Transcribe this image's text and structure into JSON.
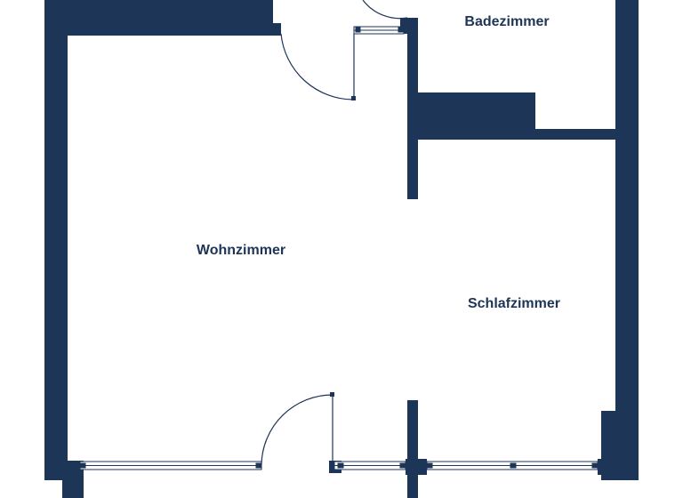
{
  "colors": {
    "wall": "#1d3557",
    "background": "#ffffff",
    "label": "#1d3557"
  },
  "rooms": {
    "living": "Wohnzimmer",
    "bath": "Badezimmer",
    "bedroom": "Schlafzimmer"
  }
}
